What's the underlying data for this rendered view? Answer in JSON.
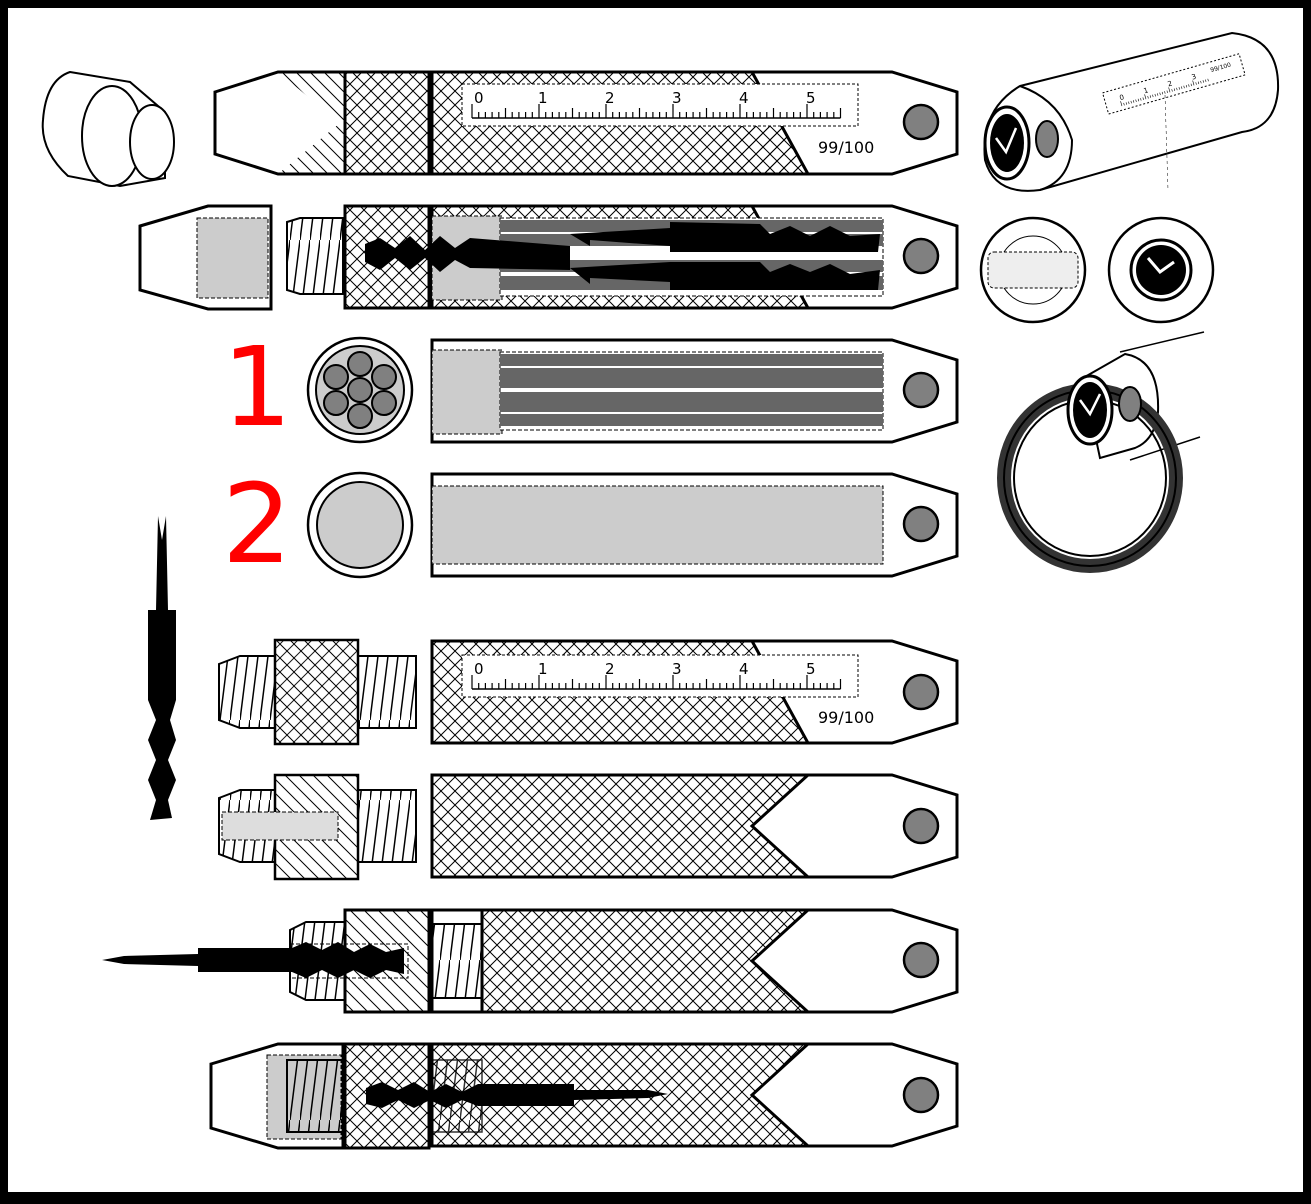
{
  "labels": {
    "variant_one": "1",
    "variant_two": "2",
    "precision_top": "99/100",
    "precision_lower": "99/100",
    "precision_cylinder": "99/100"
  },
  "ruler": {
    "marks": [
      "0",
      "1",
      "2",
      "3",
      "4",
      "5"
    ],
    "mini_marks": [
      "0",
      "1",
      "2",
      "3"
    ]
  },
  "colors": {
    "background": "#ffffff",
    "frame": "#000000",
    "outline": "#000000",
    "accent_red": "#ff0000",
    "hole_gray": "#808080",
    "fill_light_gray": "#cccccc",
    "fill_dark_gray": "#666666"
  },
  "icons": [
    "watch-icon",
    "bracelet-icon",
    "blade-icon",
    "screw-icon"
  ]
}
